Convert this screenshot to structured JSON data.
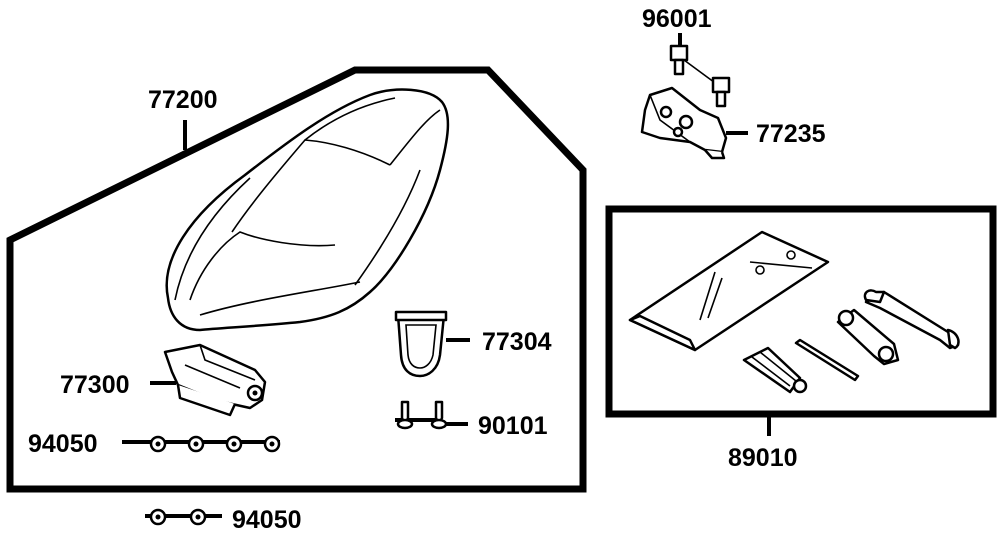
{
  "parts": {
    "seat": "77200",
    "seat_hinge": "77300",
    "seat_buffer": "77304",
    "screws": "90101",
    "nuts_inner": "94050",
    "nuts_outer": "94050",
    "bolts": "96001",
    "seat_lock": "77235",
    "tool_kit": "89010"
  }
}
